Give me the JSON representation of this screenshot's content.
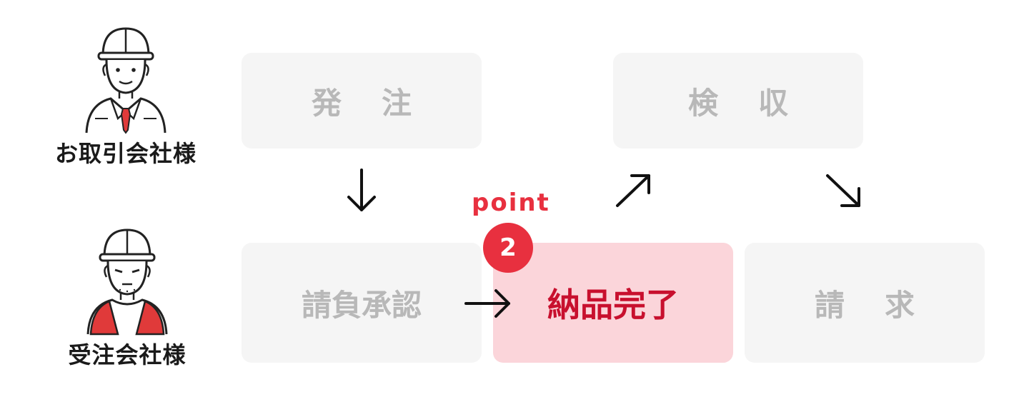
{
  "actors": {
    "client": {
      "label": "お取引会社様",
      "icon": "client-worker-icon"
    },
    "contractor": {
      "label": "受注会社様",
      "icon": "contractor-worker-icon"
    }
  },
  "steps": {
    "order": "発注",
    "inspection": "検収",
    "acceptance": "請負承認",
    "delivery": "納品完了",
    "invoice": "請求"
  },
  "point": {
    "label": "point",
    "number": "2"
  },
  "colors": {
    "accent": "#e8303f",
    "active_box_bg": "#fbd5da",
    "active_text": "#c8102e",
    "inactive_box_bg": "#f5f5f5",
    "inactive_text": "#b8b8b8"
  }
}
